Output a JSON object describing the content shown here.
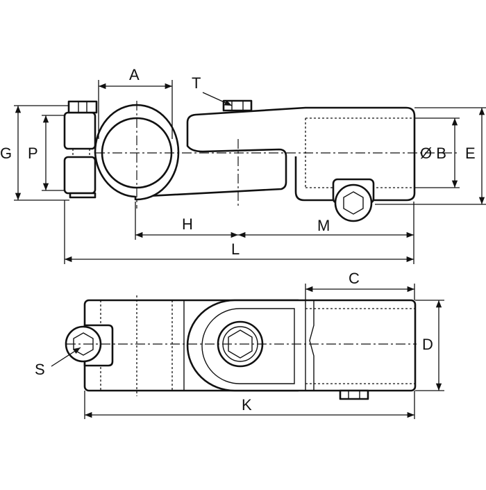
{
  "labels": {
    "A": "A",
    "T": "T",
    "G": "G",
    "P": "P",
    "B": "Ø B",
    "E": "E",
    "H": "H",
    "M": "M",
    "L": "L",
    "C": "C",
    "D": "D",
    "S": "S",
    "K": "K"
  }
}
